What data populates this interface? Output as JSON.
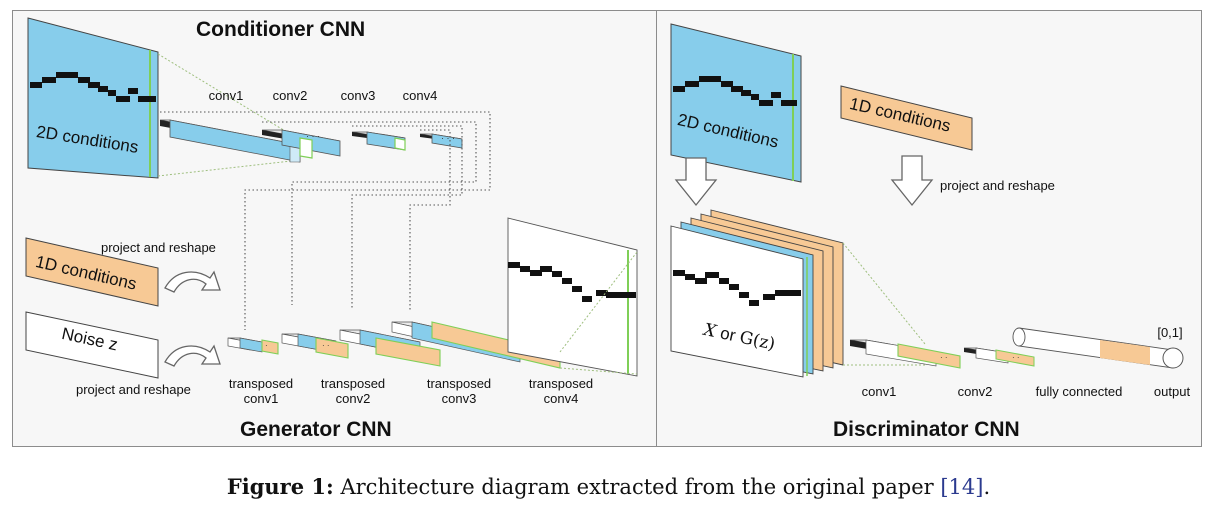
{
  "conditioner": {
    "title": "Conditioner CNN",
    "input_label": "2D conditions",
    "layers": [
      "conv1",
      "conv2",
      "conv3",
      "conv4"
    ]
  },
  "generator": {
    "title": "Generator CNN",
    "condition_label": "1D conditions",
    "noise_label": "Noise z",
    "project_label_top": "project and reshape",
    "project_label_bottom": "project and reshape",
    "layers": [
      {
        "line1": "transposed",
        "line2": "conv1"
      },
      {
        "line1": "transposed",
        "line2": "conv2"
      },
      {
        "line1": "transposed",
        "line2": "conv3"
      },
      {
        "line1": "transposed",
        "line2": "conv4"
      }
    ]
  },
  "discriminator": {
    "title": "Discriminator CNN",
    "input_label": "2D conditions",
    "condition_label": "1D conditions",
    "project_label": "project and reshape",
    "sample_label_x": "X",
    "sample_label_or": " or ",
    "sample_label_g": "G(z)",
    "output_range": "[0,1]",
    "layers": [
      "conv1",
      "conv2",
      "fully connected",
      "output"
    ]
  },
  "caption": {
    "prefix": "Figure 1:",
    "text": " Architecture diagram extracted from the original paper ",
    "ref": "[14]",
    "suffix": "."
  },
  "colors": {
    "blue": "#87cdeb",
    "orange": "#f7c995",
    "green": "#7fcf57",
    "frame": "#8c8c8c"
  }
}
